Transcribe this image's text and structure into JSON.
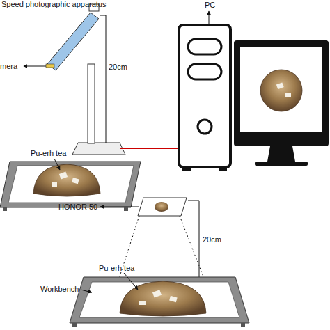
{
  "diagram": {
    "labels": [
      "Speed photographic apparatus",
      "mera",
      "20cm",
      "Pu-erh tea",
      "PC",
      "HONOR 50",
      "20cm",
      "Pu-erh tea",
      "Workbench"
    ]
  }
}
